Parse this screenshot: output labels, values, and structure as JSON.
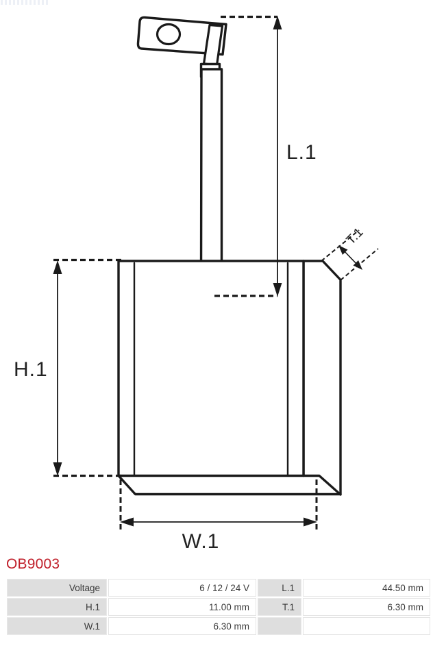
{
  "part": {
    "number": "OB9003"
  },
  "drawing": {
    "title": "carbon-brush-technical-drawing",
    "dimension_labels": {
      "length": "L.1",
      "height": "H.1",
      "width": "W.1",
      "thickness": "T.1"
    },
    "colors": {
      "line": "#1a1a1a",
      "part_number": "#c0202b",
      "label_cell_bg": "#dedede",
      "value_cell_bg": "#ffffff"
    }
  },
  "spec_table": {
    "rows": [
      {
        "label_left": "Voltage",
        "value_left": "6 / 12 / 24 V",
        "label_right": "L.1",
        "value_right": "44.50 mm"
      },
      {
        "label_left": "H.1",
        "value_left": "11.00 mm",
        "label_right": "T.1",
        "value_right": "6.30 mm"
      },
      {
        "label_left": "W.1",
        "value_left": "6.30 mm",
        "label_right": "",
        "value_right": ""
      }
    ]
  }
}
